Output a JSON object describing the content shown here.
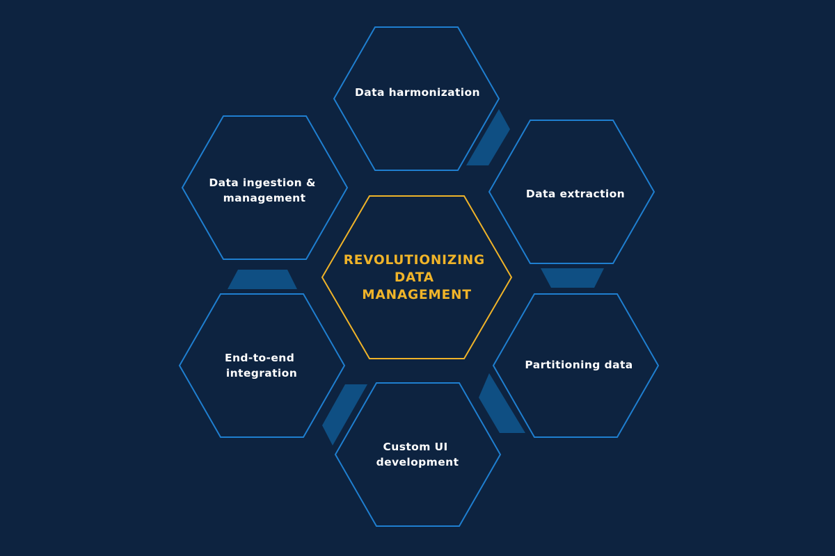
{
  "colors": {
    "background": "#0d2340",
    "outer_stroke": "#1f7fd0",
    "center_stroke": "#f0b429",
    "outer_text": "#ffffff",
    "center_text": "#f0b429",
    "connector": "#0f4f83"
  },
  "center": {
    "lines": [
      "REVOLUTIONIZING",
      "DATA",
      "MANAGEMENT"
    ]
  },
  "items": [
    {
      "id": "data-harmonization",
      "lines": [
        "Data harmonization"
      ]
    },
    {
      "id": "data-extraction",
      "lines": [
        "Data extraction"
      ]
    },
    {
      "id": "partitioning-data",
      "lines": [
        "Partitioning data"
      ]
    },
    {
      "id": "custom-ui-development",
      "lines": [
        "Custom UI",
        "development"
      ]
    },
    {
      "id": "end-to-end-integration",
      "lines": [
        "End-to-end",
        "integration"
      ]
    },
    {
      "id": "data-ingestion-management",
      "lines": [
        "Data ingestion &",
        "management"
      ]
    }
  ]
}
